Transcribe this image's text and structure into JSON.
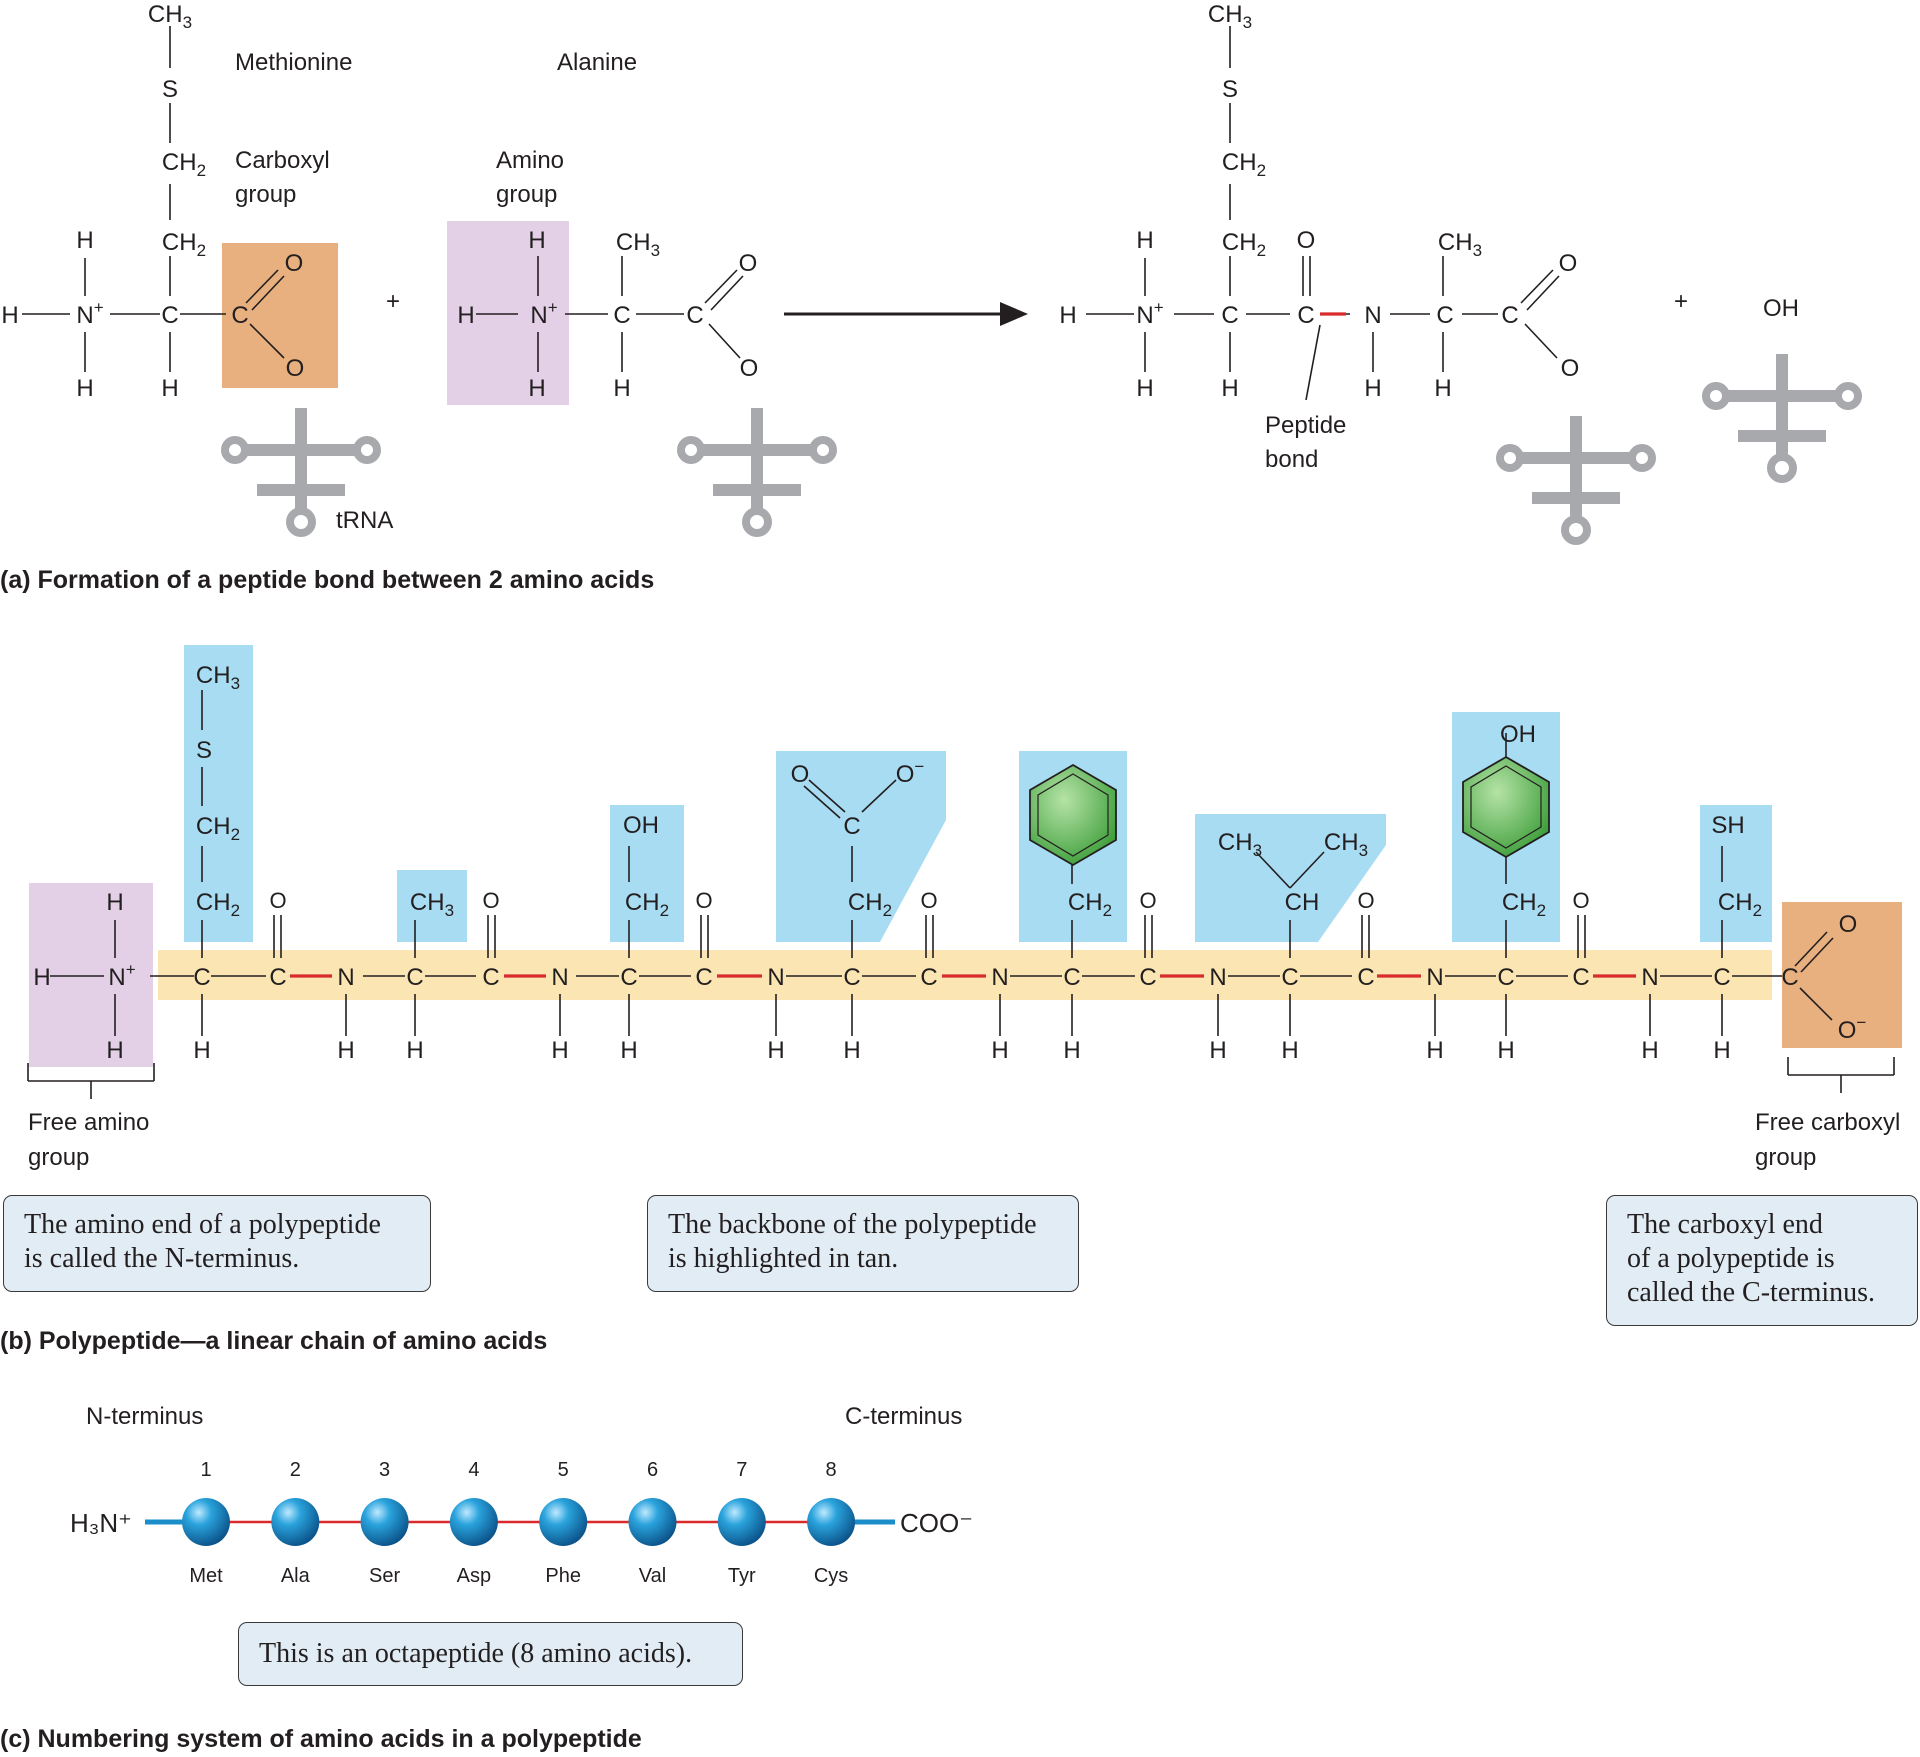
{
  "panel_a": {
    "caption": "(a) Formation of a peptide bond between 2 amino acids",
    "methionine_label": "Methionine",
    "alanine_label": "Alanine",
    "carboxyl_label": [
      "Carboxyl",
      "group"
    ],
    "amino_label": [
      "Amino",
      "group"
    ],
    "trna_label": "tRNA",
    "peptide_bond_label": [
      "Peptide",
      "bond"
    ],
    "plus": "+",
    "oh": "OH"
  },
  "panel_b": {
    "caption": "(b) Polypeptide—a linear chain of amino acids",
    "free_amino_label": [
      "Free amino",
      "group"
    ],
    "free_carboxyl_label": [
      "Free carboxyl",
      "group"
    ],
    "note_n": "The amino end of a polypeptide\nis called the N-terminus.",
    "note_backbone": "The backbone of the polypeptide\nis highlighted in tan.",
    "note_c": "The carboxyl end\nof a polypeptide is\ncalled the C-terminus."
  },
  "panel_c": {
    "caption": "(c) Numbering system of amino acids in a polypeptide",
    "n_terminus": "N-terminus",
    "c_terminus": "C-terminus",
    "left_end": "H₃N⁺",
    "right_end": "COO⁻",
    "numbers": [
      "1",
      "2",
      "3",
      "4",
      "5",
      "6",
      "7",
      "8"
    ],
    "residues": [
      "Met",
      "Ala",
      "Ser",
      "Asp",
      "Phe",
      "Val",
      "Tyr",
      "Cys"
    ],
    "note": "This is an octapeptide (8 amino acids)."
  },
  "colors": {
    "carboxyl_box": "#e8b07f",
    "amino_box": "#e3d0e6",
    "side_chain_box": "#a8dcf2",
    "backbone": "#fbe6b3",
    "peptide_bond": "#d92b2b",
    "bead": "#1a8ec9",
    "terminal_line": "#1a8ec9",
    "note_fill": "#e1ecf4"
  }
}
